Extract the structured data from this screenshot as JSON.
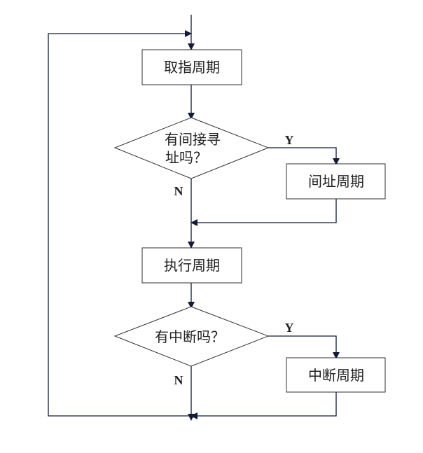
{
  "diagram": {
    "nodes": {
      "fetch_cycle": "取指周期",
      "indirect_question_line1": "有间接寻",
      "indirect_question_line2": "址吗？",
      "indirect_cycle": "间址周期",
      "execute_cycle": "执行周期",
      "interrupt_question": "有中断吗？",
      "interrupt_cycle": "中断周期"
    },
    "labels": {
      "indirect_yes": "Y",
      "indirect_no": "N",
      "interrupt_yes": "Y",
      "interrupt_no": "N"
    }
  }
}
